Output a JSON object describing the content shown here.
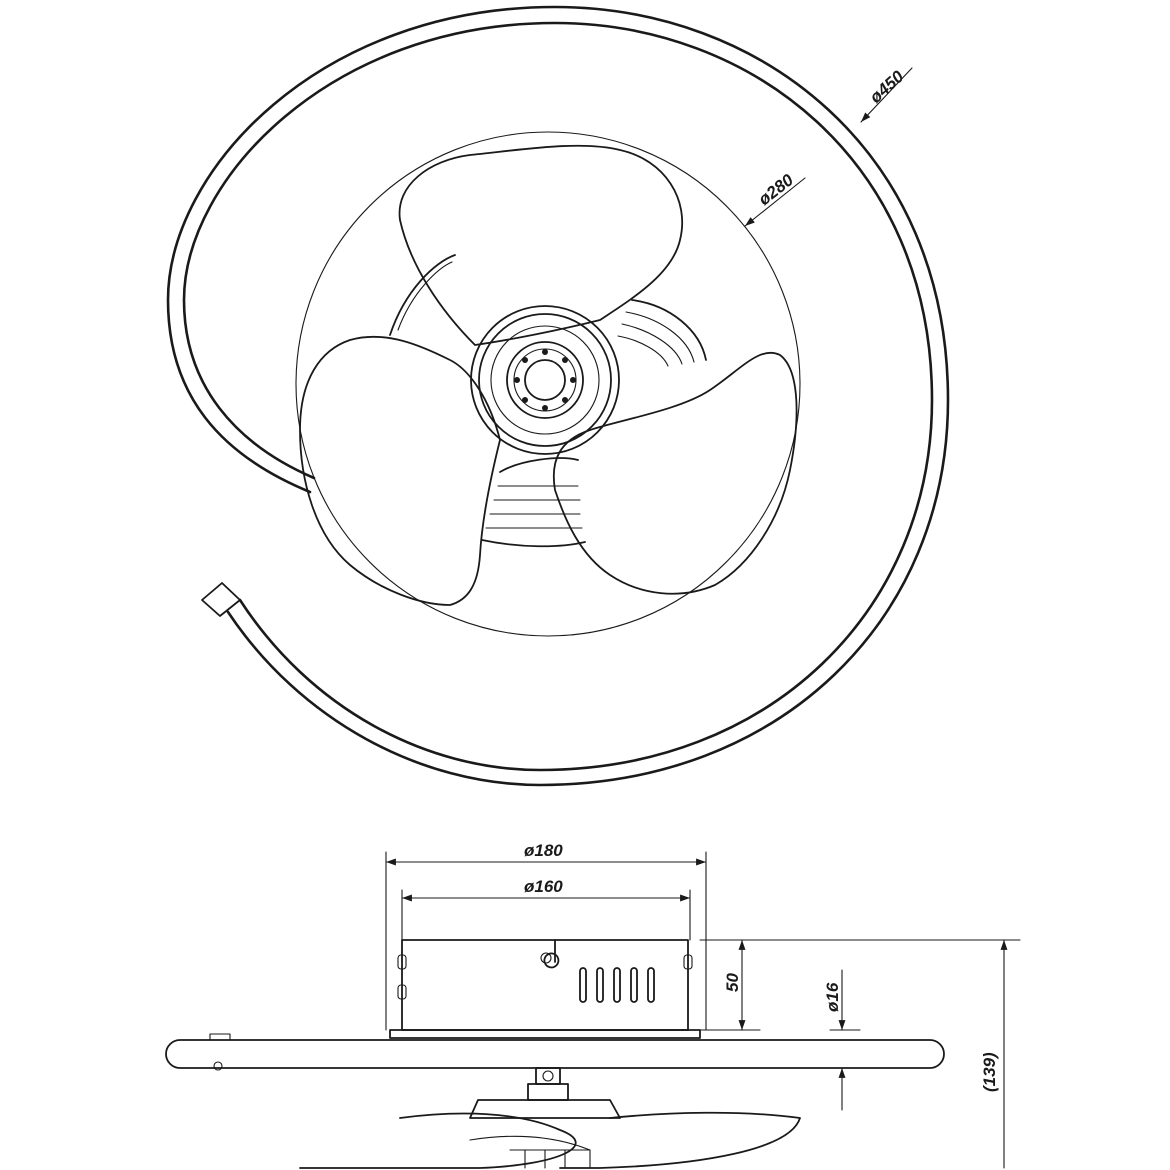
{
  "drawing": {
    "top_view": {
      "dim_outer_ring": "ø450",
      "dim_blade_circle": "ø280"
    },
    "side_view": {
      "dim_housing_outer": "ø180",
      "dim_housing_inner": "ø160",
      "dim_housing_height": "50",
      "dim_ring_thickness": "ø16",
      "dim_total_height": "(139)"
    }
  },
  "colors": {
    "line": "#1a1a1a",
    "background": "#ffffff"
  }
}
